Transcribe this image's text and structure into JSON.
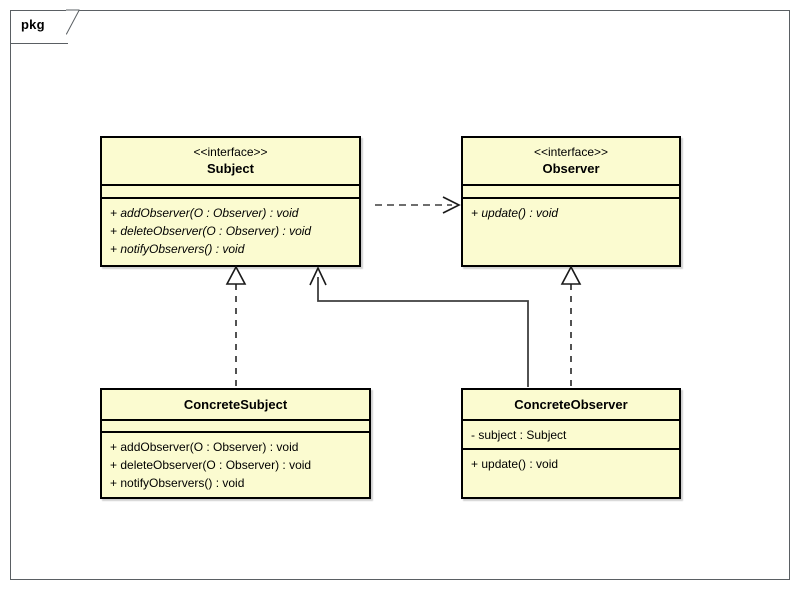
{
  "diagram": {
    "type": "uml-class-diagram",
    "package": {
      "label": "pkg"
    },
    "colors": {
      "class_fill": "#fbfbd0",
      "class_border": "#000000",
      "frame_border": "#5a5f63",
      "connector": "#3f3f3f",
      "background": "#ffffff"
    },
    "classes": [
      {
        "id": "subject",
        "stereotype": "<<interface>>",
        "name": "Subject",
        "attributes": [],
        "operations": [
          "+ addObserver(O : Observer) : void",
          "+ deleteObserver(O : Observer) : void",
          "+ notifyObservers() : void"
        ],
        "abstract": true
      },
      {
        "id": "observer",
        "stereotype": "<<interface>>",
        "name": "Observer",
        "attributes": [],
        "operations": [
          "+ update() : void"
        ],
        "abstract": true
      },
      {
        "id": "concrete-subject",
        "stereotype": "",
        "name": "ConcreteSubject",
        "attributes": [],
        "operations": [
          "+ addObserver(O : Observer) : void",
          "+ deleteObserver(O : Observer) : void",
          "+ notifyObservers() : void"
        ],
        "abstract": false
      },
      {
        "id": "concrete-observer",
        "stereotype": "",
        "name": "ConcreteObserver",
        "attributes": [
          "- subject : Subject"
        ],
        "operations": [
          "+ update() : void"
        ],
        "abstract": false
      }
    ],
    "relationships": [
      {
        "id": "subject-depends-observer",
        "kind": "dependency",
        "line": "dashed",
        "arrow": "open",
        "from": "subject",
        "to": "observer"
      },
      {
        "id": "concrete-subject-realizes-subject",
        "kind": "realization",
        "line": "dashed",
        "arrow": "hollow-triangle",
        "from": "concrete-subject",
        "to": "subject"
      },
      {
        "id": "concrete-observer-realizes-observer",
        "kind": "realization",
        "line": "dashed",
        "arrow": "hollow-triangle",
        "from": "concrete-observer",
        "to": "observer"
      },
      {
        "id": "concrete-observer-associates-subject",
        "kind": "association",
        "line": "solid",
        "arrow": "open",
        "from": "concrete-observer",
        "to": "subject"
      }
    ]
  }
}
